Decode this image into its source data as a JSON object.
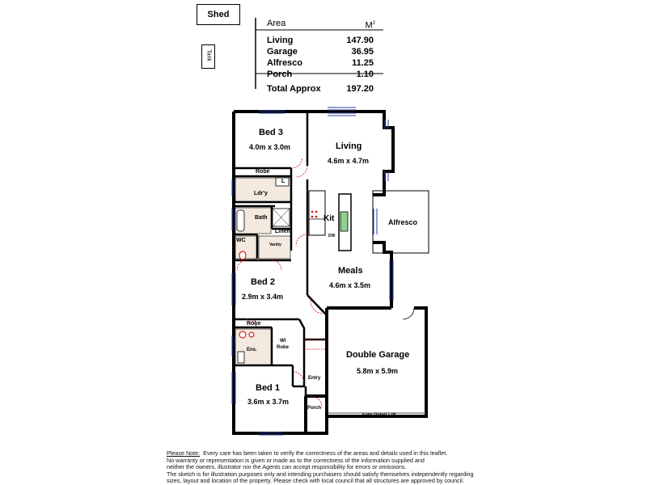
{
  "shed_label": "Shed",
  "tank_label": "Tank",
  "area_table": {
    "header_left": "Area",
    "header_right": "M",
    "header_sup": "2",
    "rows": [
      {
        "name": "Living",
        "value": "147.90"
      },
      {
        "name": "Garage",
        "value": "36.95"
      },
      {
        "name": "Alfresco",
        "value": "11.25"
      },
      {
        "name": "Porch",
        "value": "1.10"
      }
    ],
    "total": {
      "name": "Total Approx",
      "value": "197.20"
    }
  },
  "rooms": {
    "bed3": {
      "name": "Bed 3",
      "dim": "4.0m x 3.0m"
    },
    "living": {
      "name": "Living",
      "dim": "4.6m x 4.7m"
    },
    "alfresco": {
      "name": "Alfresco"
    },
    "kit": {
      "name": "Kit"
    },
    "meals": {
      "name": "Meals",
      "dim": "4.6m x 3.5m"
    },
    "bed2": {
      "name": "Bed 2",
      "dim": "2.9m x 3.4m"
    },
    "garage": {
      "name": "Double Garage",
      "dim": "5.8m x 5.9m"
    },
    "bed1": {
      "name": "Bed 1",
      "dim": "3.6m x 3.7m"
    }
  },
  "small_labels": {
    "robe_top": "Robe",
    "l": "L",
    "ldry": "Ldr'y",
    "bath": "Bath",
    "linen": "Linen",
    "wc": "WC",
    "vanity": "Vanity",
    "dw": "DW",
    "robe_bed1": "Robe",
    "wi_robe_1": "WI",
    "wi_robe_2": "Robe",
    "ens": "Ens.",
    "entry": "Entry",
    "porch": "Porch",
    "auto_panel_lift": "Auto Panel Lift"
  },
  "note": {
    "title": "Please Note:",
    "line1": "Every care has been taken to verify the correctness of the areas and details used in this leaflet.",
    "line2": "No warranty or representation is given or made as to the correctness of the information supplied and",
    "line3": "neither the owners, illustrator nor the Agents can accept responsibility for errors or omissions.",
    "line4": "The sketch is for illustration purposes only and intending purchasers should satisfy themselves independently regarding",
    "line5": "sizes, layout and location of the property. Please check with local council that all structures are approved by council."
  }
}
